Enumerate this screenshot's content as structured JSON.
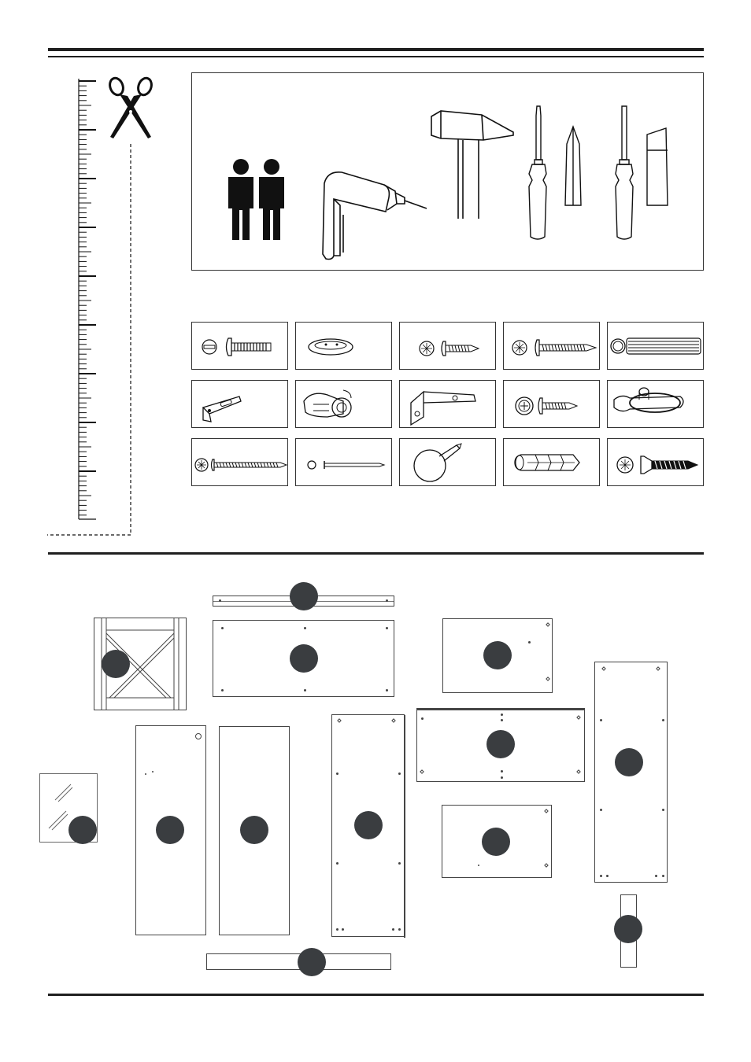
{
  "colors": {
    "line": "#1f1f1f",
    "badge": "#3a3d40",
    "panel_border": "#444444",
    "icon": "#111111"
  },
  "ruler": {
    "icon": "ruler-icon"
  },
  "cut_icon": "scissors-icon",
  "tools": [
    {
      "icon": "two-people-icon"
    },
    {
      "icon": "power-drill-icon"
    },
    {
      "icon": "hammer-icon"
    },
    {
      "icon": "phillips-screwdriver-icon"
    },
    {
      "icon": "flat-screwdriver-icon"
    }
  ],
  "hardware": [
    {
      "icon": "cam-bolt-icon"
    },
    {
      "icon": "cam-cover-cap-icon"
    },
    {
      "icon": "short-phillips-screw-icon"
    },
    {
      "icon": "long-phillips-screw-icon"
    },
    {
      "icon": "wooden-dowel-icon"
    },
    {
      "icon": "angle-bracket-icon"
    },
    {
      "icon": "cam-lock-icon"
    },
    {
      "icon": "corner-bracket-icon"
    },
    {
      "icon": "washer-screw-icon"
    },
    {
      "icon": "hanging-ring-icon"
    },
    {
      "icon": "extra-long-screw-icon"
    },
    {
      "icon": "nail-icon"
    },
    {
      "icon": "glide-tack-icon"
    },
    {
      "icon": "wall-plug-icon"
    },
    {
      "icon": "countersunk-screw-icon"
    }
  ],
  "parts": [
    {
      "name": "top-rail"
    },
    {
      "name": "x-frame-door"
    },
    {
      "name": "top-panel"
    },
    {
      "name": "upper-shelf"
    },
    {
      "name": "right-side-panel"
    },
    {
      "name": "glass-panel"
    },
    {
      "name": "left-door"
    },
    {
      "name": "right-door"
    },
    {
      "name": "center-divider"
    },
    {
      "name": "middle-shelf"
    },
    {
      "name": "lower-shelf"
    },
    {
      "name": "bottom-rail"
    },
    {
      "name": "small-strip"
    }
  ]
}
